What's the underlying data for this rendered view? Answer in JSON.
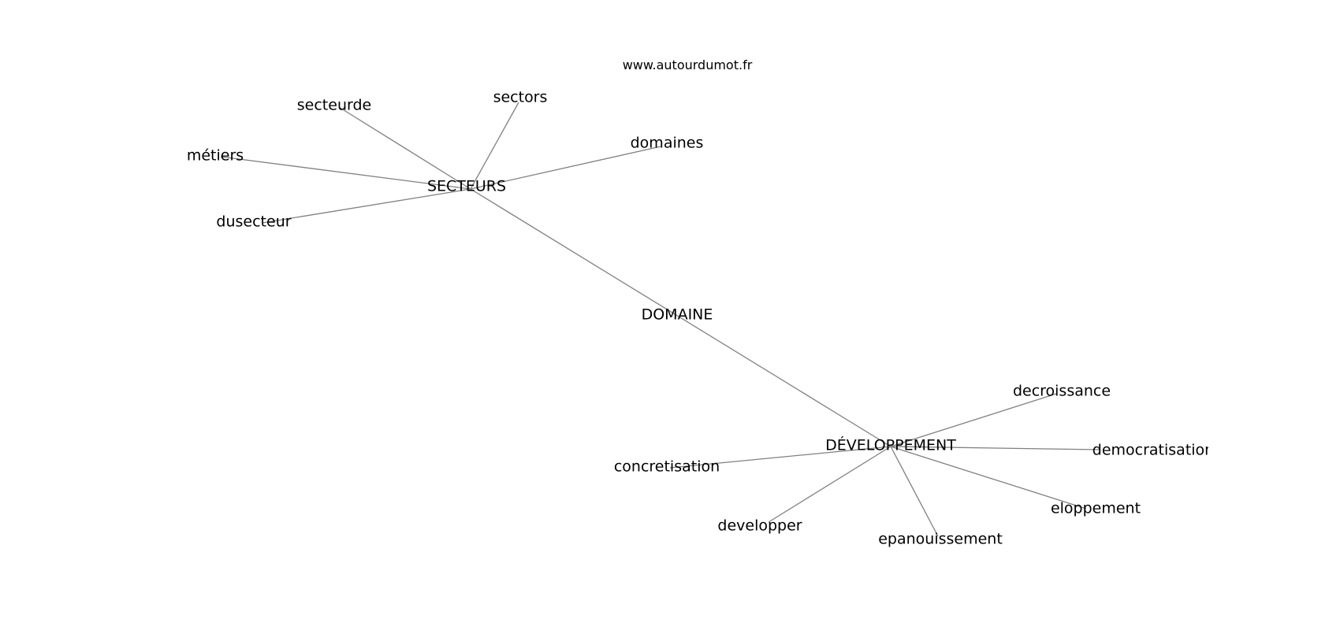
{
  "watermark": "www.autourdumot.fr",
  "nodes": [
    {
      "id": "domaine",
      "label": "DOMAINE"
    },
    {
      "id": "secteurs",
      "label": "SECTEURS"
    },
    {
      "id": "developpement",
      "label": "DÉVELOPPEMENT"
    },
    {
      "id": "secteurde",
      "label": "secteurde"
    },
    {
      "id": "sectors",
      "label": "sectors"
    },
    {
      "id": "domaines",
      "label": "domaines"
    },
    {
      "id": "metiers",
      "label": "métiers"
    },
    {
      "id": "dusecteur",
      "label": "dusecteur"
    },
    {
      "id": "decroissance",
      "label": "decroissance"
    },
    {
      "id": "democratisation",
      "label": "democratisation"
    },
    {
      "id": "concretisation",
      "label": "concretisation"
    },
    {
      "id": "eloppement",
      "label": "eloppement"
    },
    {
      "id": "developper",
      "label": "developper"
    },
    {
      "id": "epanouissement",
      "label": "epanouissement"
    }
  ],
  "edges": [
    [
      "secteurs",
      "developpement"
    ],
    [
      "secteurs",
      "secteurde"
    ],
    [
      "secteurs",
      "sectors"
    ],
    [
      "secteurs",
      "domaines"
    ],
    [
      "secteurs",
      "metiers"
    ],
    [
      "secteurs",
      "dusecteur"
    ],
    [
      "developpement",
      "decroissance"
    ],
    [
      "developpement",
      "democratisation"
    ],
    [
      "developpement",
      "concretisation"
    ],
    [
      "developpement",
      "eloppement"
    ],
    [
      "developpement",
      "developper"
    ],
    [
      "developpement",
      "epanouissement"
    ]
  ]
}
